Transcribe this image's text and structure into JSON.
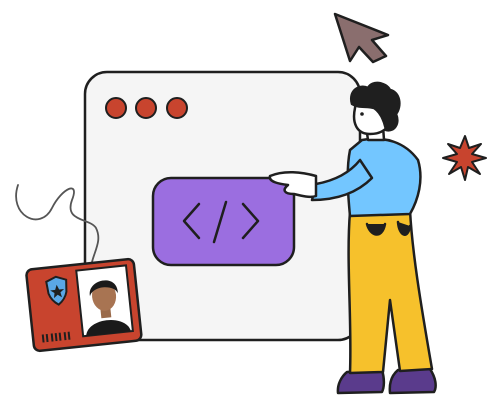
{
  "illustration": {
    "window_controls": [
      "close",
      "minimize",
      "maximize"
    ],
    "code_panel_glyph": "</>",
    "colors": {
      "window_fill": "#f5f5f5",
      "outline": "#1f1f1f",
      "dot_red": "#c8442e",
      "code_panel": "#9b6ee0",
      "badge_fill": "#c8442e",
      "shirt": "#73c6ff",
      "pants": "#f6c12c",
      "shoes": "#5a3b8c",
      "cursor": "#8a6e6e",
      "burst": "#c8442e"
    },
    "icons": [
      "cursor-arrow-icon",
      "sparkle-burst-icon",
      "shield-icon",
      "code-brackets-icon"
    ]
  }
}
